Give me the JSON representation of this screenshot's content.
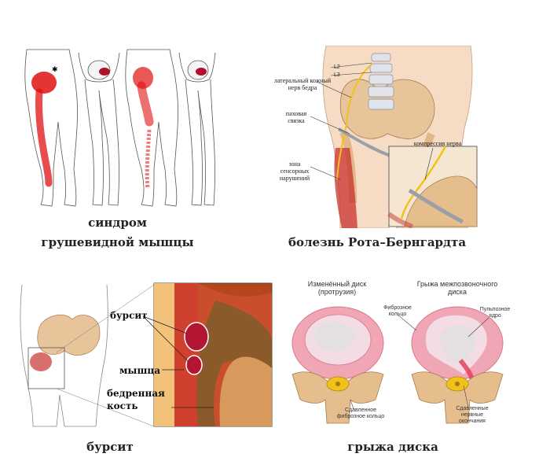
{
  "panels": {
    "piriformis": {
      "caption_line1": "синдром",
      "caption_line2": "грушевидной мышцы"
    },
    "roth": {
      "caption": "болезнь Рота–Бернгардта",
      "label_l2": "L2",
      "label_l3": "L3",
      "label_nerve": "латеральный кожный нерв бедра",
      "label_ligament": "паховая связка",
      "label_zone": "зона сенсорных нарушений",
      "label_compression": "компрессия нерва"
    },
    "bursitis": {
      "caption": "бурсит",
      "label_bursitis": "бурсит",
      "label_muscle": "мышца",
      "label_bone": "бедренная кость"
    },
    "hernia": {
      "caption": "грыжа диска",
      "title_left": "Изменённый диск (протрузия)",
      "title_right": "Грыжа межпозвоночного диска",
      "label_fibrous_ring": "Фиброзное кольцо",
      "label_pulposus": "Пульпозное ядро",
      "label_squeezed_ring": "Сдавленное фиброзное кольцо",
      "label_squeezed_nerves": "Сдавленные нервные окончания"
    }
  },
  "colors": {
    "pain_red": "#e01010",
    "muscle_red": "#c8322e",
    "bone": "#e8c49a",
    "nerve_yellow": "#f2c21c",
    "disc_pink": "#f0a6b4"
  }
}
